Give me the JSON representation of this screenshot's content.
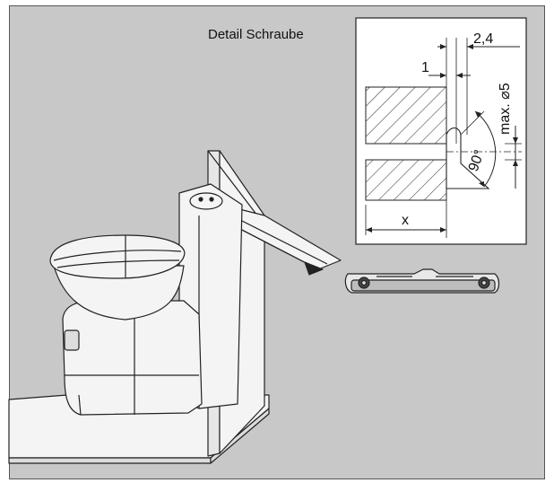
{
  "detail_title": "Detail Schraube",
  "dimensions": {
    "width_top": "2,4",
    "offset": "1",
    "diameter": "max. ⌀5",
    "angle": "90°",
    "depth": "x"
  },
  "colors": {
    "background": "#c8c8c8",
    "panel": "#ffffff",
    "line": "#111111"
  }
}
